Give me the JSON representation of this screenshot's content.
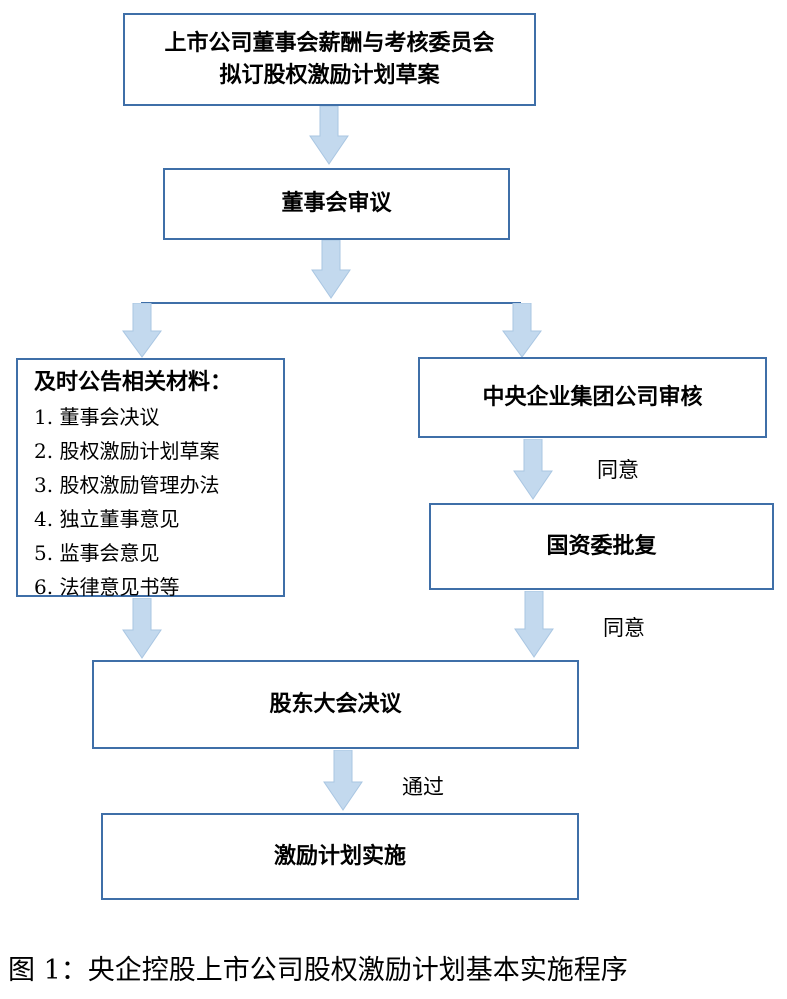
{
  "diagram": {
    "nodes": {
      "proposal": {
        "line1": "上市公司董事会薪酬与考核委员会",
        "line2": "拟订股权激励计划草案"
      },
      "board_review": "董事会审议",
      "disclosure": {
        "title": "及时公告相关材料：",
        "items": [
          "1. 董事会决议",
          "2. 股权激励计划草案",
          "3. 股权激励管理办法",
          "4. 独立董事意见",
          "5. 监事会意见",
          "6. 法律意见书等"
        ]
      },
      "group_review": "中央企业集团公司审核",
      "sasac_approval": "国资委批复",
      "shareholder_meeting": "股东大会决议",
      "implementation": "激励计划实施"
    },
    "edge_labels": {
      "agree_1": "同意",
      "agree_2": "同意",
      "passed": "通过"
    },
    "colors": {
      "border": "#3f6fa8",
      "arrow_fill": "#c3d9ee",
      "arrow_stroke": "#a9c6e2",
      "connector": "#3f6fa8"
    }
  },
  "caption": "图 1：央企控股上市公司股权激励计划基本实施程序"
}
